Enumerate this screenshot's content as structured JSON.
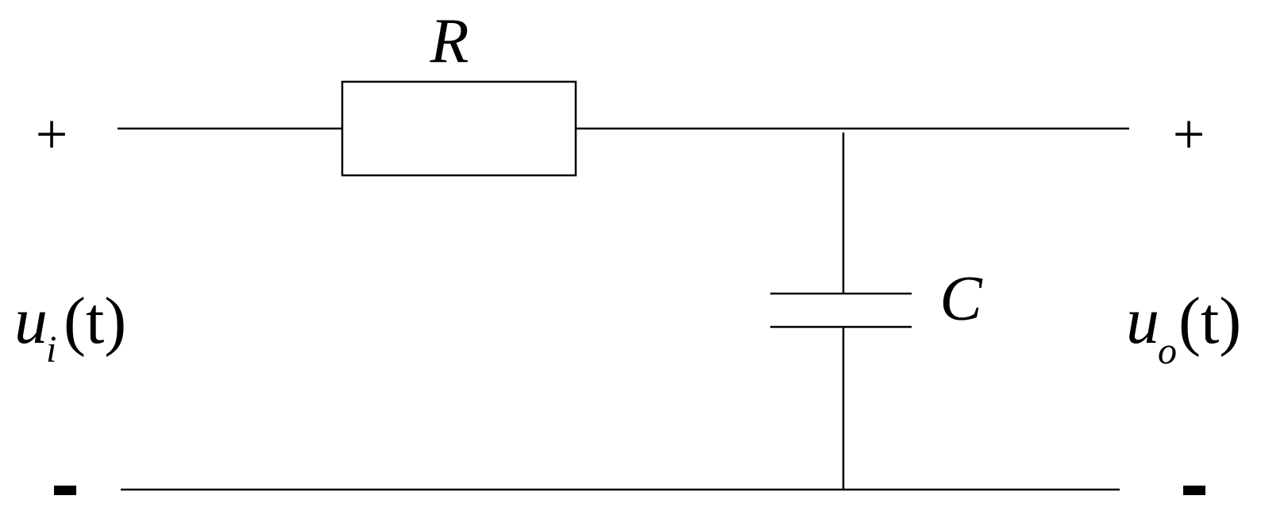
{
  "components": {
    "resistor": {
      "label": "R"
    },
    "capacitor": {
      "label": "C"
    }
  },
  "input": {
    "plus": "+",
    "minus": "-",
    "voltage_symbol": "u",
    "voltage_subscript": "i",
    "voltage_arg": "(t)"
  },
  "output": {
    "plus": "+",
    "minus": "-",
    "voltage_symbol": "u",
    "voltage_subscript": "o",
    "voltage_arg": "(t)"
  },
  "colors": {
    "line": "#000000",
    "background": "#ffffff"
  }
}
